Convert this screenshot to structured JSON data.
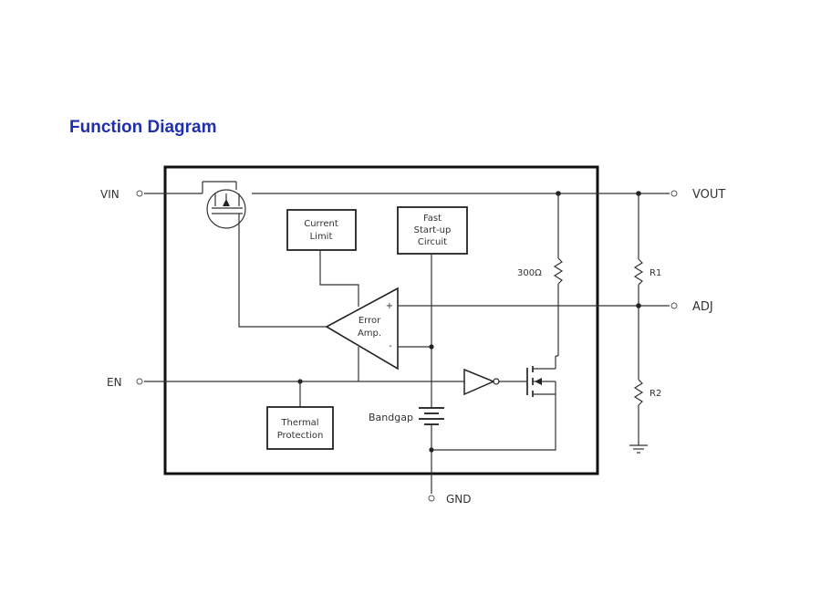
{
  "title": "Function Diagram",
  "colors": {
    "title": "#1f2fb0",
    "ink": "#333333",
    "background": "#ffffff"
  },
  "pins": {
    "vin": "VIN",
    "en": "EN",
    "vout": "VOUT",
    "adj": "ADJ",
    "gnd": "GND"
  },
  "blocks": {
    "current_limit": [
      "Current",
      "Limit"
    ],
    "fast_startup": [
      "Fast",
      "Start-up",
      "Circuit"
    ],
    "error_amp": [
      "Error",
      "Amp."
    ],
    "thermal": [
      "Thermal",
      "Protection"
    ]
  },
  "components": {
    "bandgap": "Bandgap",
    "r_internal": "300Ω",
    "r1": "R1",
    "r2": "R2",
    "amp_plus": "+",
    "amp_minus": "-"
  },
  "icons": [
    "pmos-transistor-icon",
    "nmos-transistor-icon",
    "buffer-icon",
    "battery-icon",
    "ground-icon",
    "resistor-icon"
  ]
}
